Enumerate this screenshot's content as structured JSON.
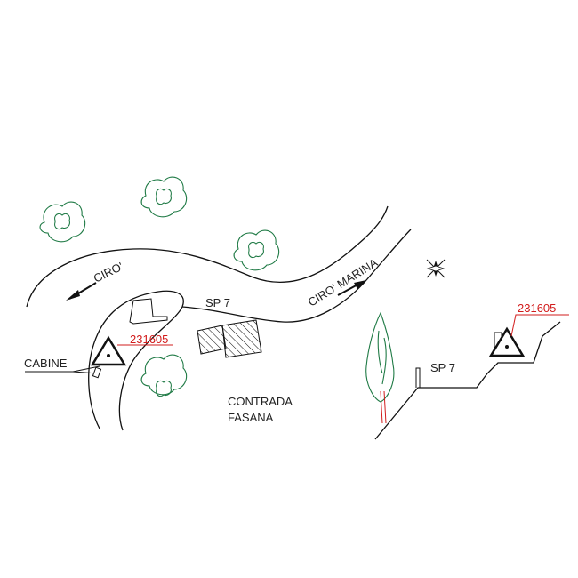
{
  "map": {
    "labels": {
      "ciro": "CIRO'",
      "ciro_marina": "CIRO' MARINA",
      "sp7_plan": "SP 7",
      "sp7_section": "SP 7",
      "contrada_line1": "CONTRADA",
      "contrada_line2": "FASANA",
      "cabine": "CABINE"
    },
    "benchmarks": [
      {
        "id": "231605",
        "view": "plan"
      },
      {
        "id": "231605",
        "view": "section"
      }
    ],
    "colors": {
      "lines": "#111111",
      "trees": "#1f7a45",
      "benchmark_label": "#d21c1c"
    }
  }
}
